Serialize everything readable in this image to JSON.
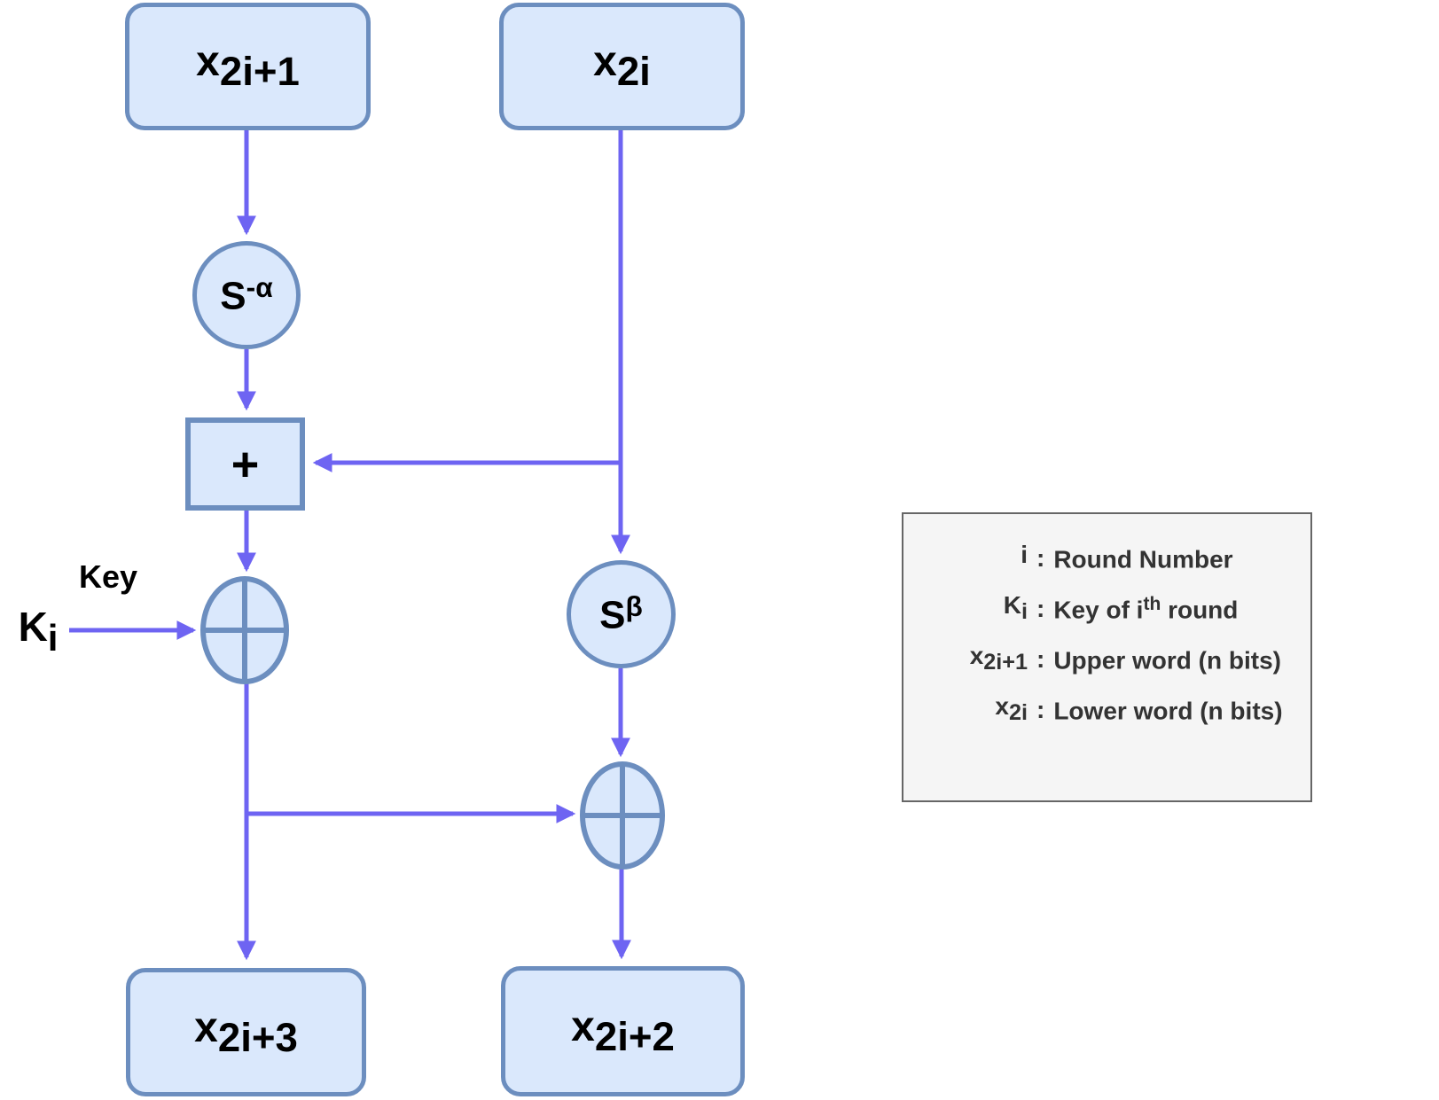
{
  "colors": {
    "node-fill": "#dae8fc",
    "node-stroke": "#6c8ebf",
    "arrow": "#6e64f2",
    "legend-fill": "#f5f5f5",
    "legend-stroke": "#666666",
    "legend-text": "#333333",
    "label-text": "#000000",
    "background": "#ffffff"
  },
  "nodes": {
    "upper_word": {
      "base": "x",
      "sub": "2i+1"
    },
    "lower_word": {
      "base": "x",
      "sub": "2i"
    },
    "rot_alpha": {
      "base": "S",
      "sup": "-α"
    },
    "adder": {
      "label": "+"
    },
    "rot_beta": {
      "base": "S",
      "sup": "β"
    },
    "out_upper": {
      "base": "x",
      "sub": "2i+3"
    },
    "out_lower": {
      "base": "x",
      "sub": "2i+2"
    },
    "key_word": "Key",
    "key_symbol": {
      "base": "K",
      "sub": "i"
    }
  },
  "legend": {
    "rows": [
      {
        "term_base": "i",
        "colon": ":",
        "def_pre": "Round Number"
      },
      {
        "term_base": "K",
        "term_sub": "i",
        "colon": ":",
        "def_pre": "Key of i",
        "def_sup": "th",
        "def_post": " round"
      },
      {
        "term_base": "x",
        "term_sub": "2i+1",
        "colon": ":",
        "def_pre": "Upper word (n bits)"
      },
      {
        "term_base": "x",
        "term_sub": "2i",
        "colon": ":",
        "def_pre": "Lower word (n bits)"
      }
    ]
  }
}
